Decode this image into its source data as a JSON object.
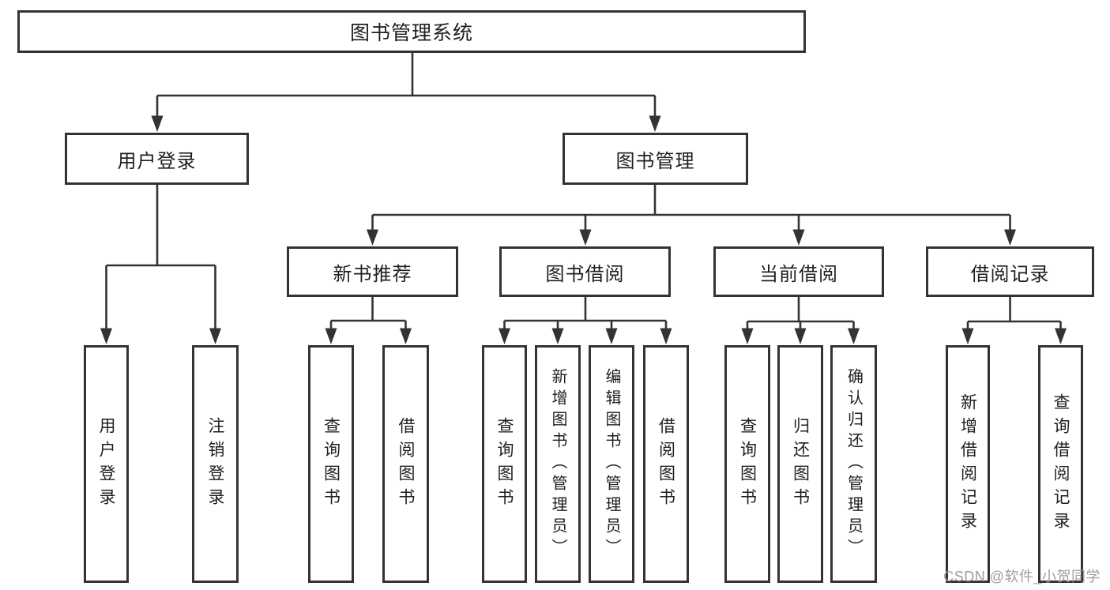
{
  "colors": {
    "line": "#333333",
    "box_border": "#333333",
    "box_fill": "#ffffff",
    "text": "#1f1f1f",
    "watermark": "#9e9e9e",
    "background": "#ffffff"
  },
  "watermark": "CSDN @软件_小贺同学",
  "tree": {
    "root": {
      "label": "图书管理系统"
    },
    "branches": [
      {
        "label": "用户登录",
        "children": [
          {
            "label": "用户登录"
          },
          {
            "label": "注销登录"
          }
        ]
      },
      {
        "label": "图书管理",
        "children": [
          {
            "label": "新书推荐",
            "children": [
              {
                "label": "查询图书"
              },
              {
                "label": "借阅图书"
              }
            ]
          },
          {
            "label": "图书借阅",
            "children": [
              {
                "label": "查询图书"
              },
              {
                "label": "新增图书（管理员）"
              },
              {
                "label": "编辑图书（管理员）"
              },
              {
                "label": "借阅图书"
              }
            ]
          },
          {
            "label": "当前借阅",
            "children": [
              {
                "label": "查询图书"
              },
              {
                "label": "归还图书"
              },
              {
                "label": "确认归还（管理员）"
              }
            ]
          },
          {
            "label": "借阅记录",
            "children": [
              {
                "label": "新增借阅记录"
              },
              {
                "label": "查询借阅记录"
              }
            ]
          }
        ]
      }
    ]
  }
}
